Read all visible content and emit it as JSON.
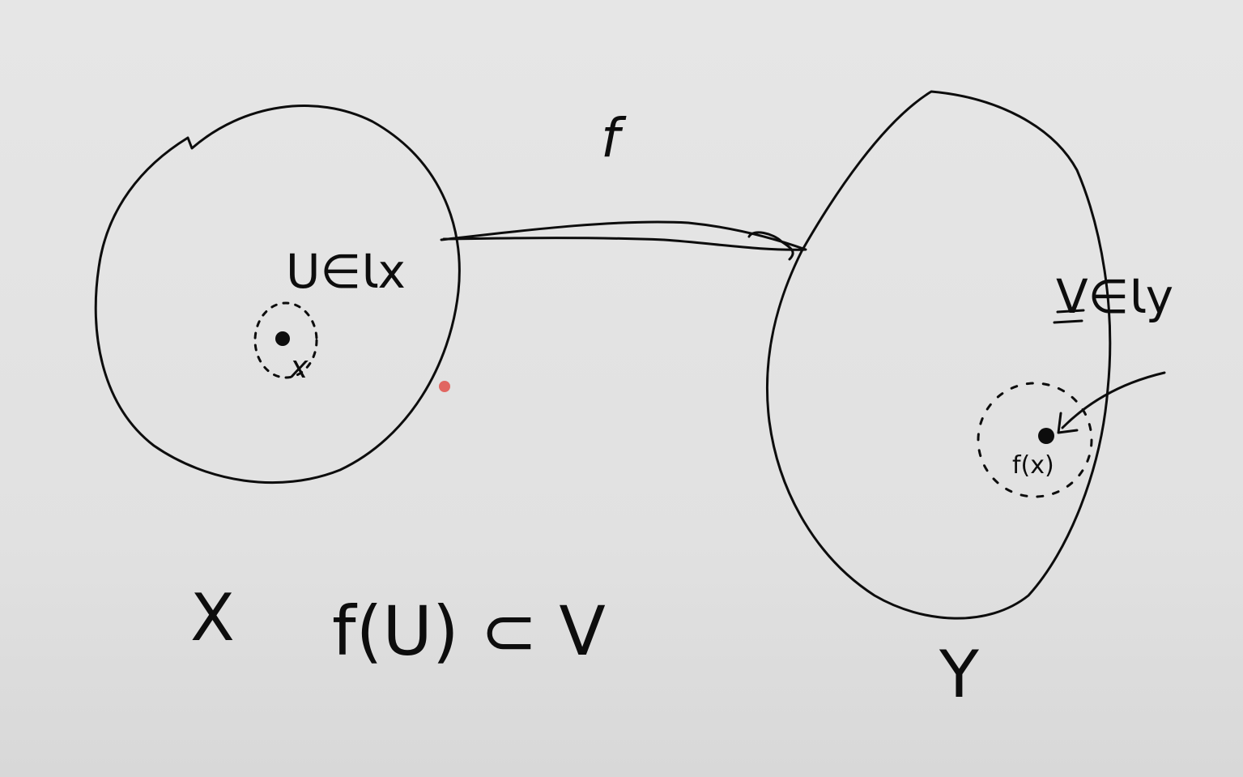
{
  "diagram": {
    "map_label": "f",
    "domain": {
      "set_label": "X",
      "open_set_label": "U∈Ɩx",
      "point_label": "x"
    },
    "codomain": {
      "set_label": "Y",
      "open_set_label": "V∈Ɩy",
      "point_label": "f(x)"
    },
    "statement": "f(U) ⊂ V"
  }
}
